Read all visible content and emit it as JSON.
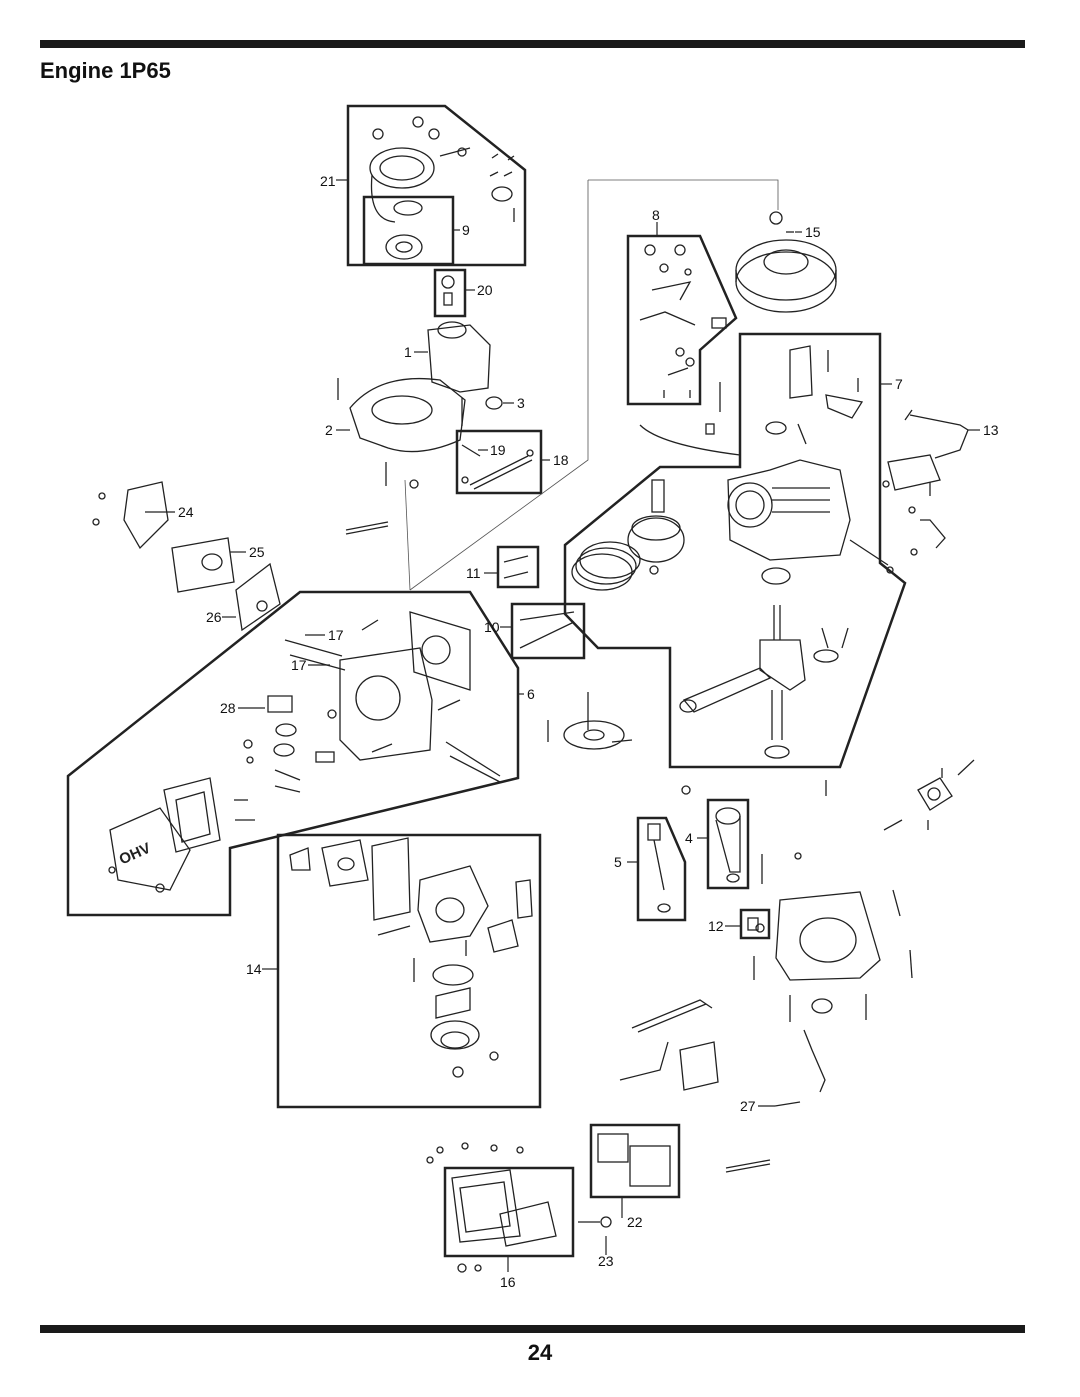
{
  "page": {
    "title": "Engine 1P65",
    "page_number": "24"
  },
  "callouts": {
    "c1": "1",
    "c2": "2",
    "c3": "3",
    "c4": "4",
    "c5": "5",
    "c6": "6",
    "c7": "7",
    "c8": "8",
    "c9": "9",
    "c10": "10",
    "c11": "11",
    "c12": "12",
    "c13": "13",
    "c14": "14",
    "c15": "15",
    "c16": "16",
    "c17a": "17",
    "c17b": "17",
    "c18": "18",
    "c19": "19",
    "c20": "20",
    "c21": "21",
    "c22": "22",
    "c23": "23",
    "c24": "24",
    "c25": "25",
    "c26": "26",
    "c27": "27",
    "c28": "28"
  },
  "decals": {
    "ohv": "OHV"
  }
}
